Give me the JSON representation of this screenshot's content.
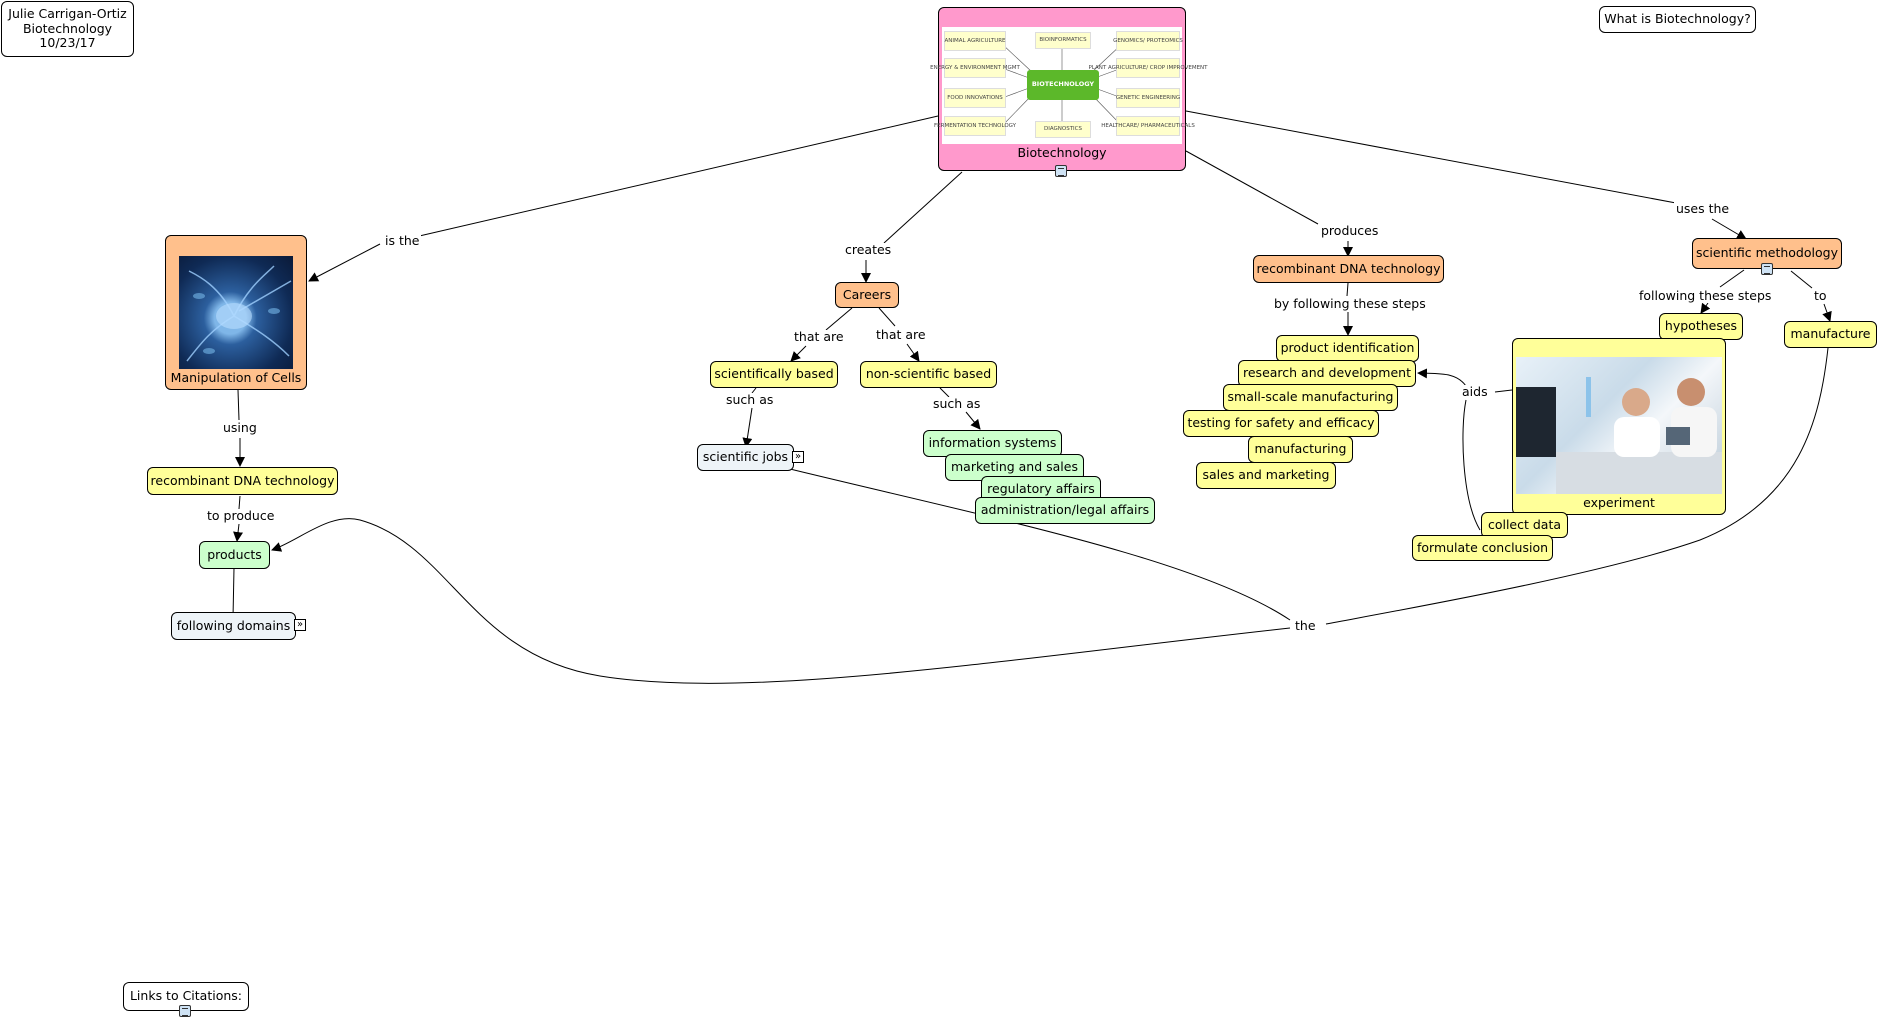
{
  "header": {
    "author": "Julie Carrigan-Ortiz",
    "course": "Biotechnology",
    "date": "10/23/17"
  },
  "question": "What is Biotechnology?",
  "citations": "Links to Citations:",
  "root": {
    "label": "Biotechnology",
    "mini_map": {
      "center": "BIOTECHNOLOGY",
      "left": [
        "ANIMAL AGRICULTURE",
        "ENERGY & ENVIRONMENT MGMT",
        "FOOD INNOVATIONS",
        "FERMENTATION TECHNOLOGY"
      ],
      "top": "BIOINFORMATICS",
      "bottom": "DIAGNOSTICS",
      "right": [
        "GENOMICS/ PROTEOMICS",
        "PLANT AGRICULTURE/ CROP IMPROVEMENT",
        "GENETIC ENGINEERING",
        "HEALTHCARE/ PHARMACEUTICALS"
      ]
    }
  },
  "nodes": {
    "manipulation": "Manipulation of Cells",
    "rdna_left": "recombinant DNA technology",
    "products": "products",
    "following_domains": "following domains",
    "careers": "Careers",
    "scientifically_based": "scientifically based",
    "non_scientific_based": "non-scientific based",
    "scientific_jobs": "scientific jobs",
    "information_systems": "information systems",
    "marketing_sales": "marketing and sales",
    "regulatory_affairs": "regulatory affairs",
    "admin_legal": "administration/legal affairs",
    "rdna_right": "recombinant DNA technology",
    "product_identification": "product identification",
    "research_development": "research and development",
    "small_scale": "small-scale manufacturing",
    "testing": "testing for safety and efficacy",
    "manufacturing": "manufacturing",
    "sales_marketing": "sales and marketing",
    "scientific_methodology": "scientific methodology",
    "hypotheses": "hypotheses",
    "manufacture": "manufacture",
    "experiment": "experiment",
    "collect_data": "collect data",
    "formulate_conclusion": "formulate conclusion"
  },
  "links": {
    "is_the": "is the",
    "creates": "creates",
    "produces": "produces",
    "uses_the": "uses the",
    "using": "using",
    "to_produce": "to produce",
    "that_are_1": "that are",
    "that_are_2": "that are",
    "such_as_1": "such as",
    "such_as_2": "such as",
    "by_following": "by following these steps",
    "following_steps": "following these steps",
    "to": "to",
    "aids": "aids",
    "the": "the"
  },
  "colors": {
    "yellow": "#ffff99",
    "green": "#ccffcc",
    "orange": "#ffc08c",
    "pink": "#ff99cc",
    "light": "#eef4f8"
  }
}
